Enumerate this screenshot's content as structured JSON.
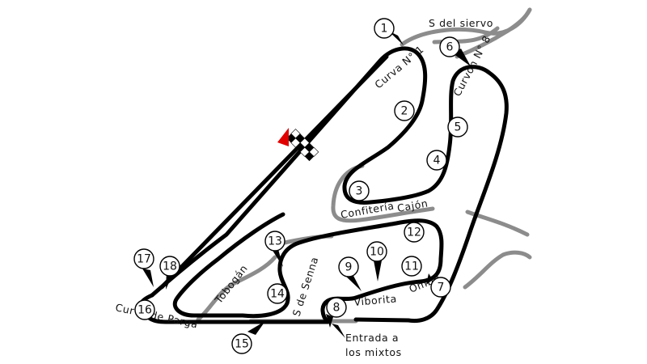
{
  "labels": {
    "s_del_siervo": "S del siervo",
    "curva_n1": "Curva N° 1",
    "curvon_n8": "Curvón N° 8",
    "confiteria": "Confitería",
    "cajon": "Cajón",
    "tobogan": "Tobogán",
    "s_de_senna": "S de Senna",
    "viborita": "Viborita",
    "ombu": "Ombú",
    "curva_de_parga": "Curva de Parga",
    "entrada_line1": "Entrada a",
    "entrada_line2": "los mixtos"
  },
  "turns": [
    "1",
    "2",
    "3",
    "4",
    "5",
    "6",
    "7",
    "8",
    "9",
    "10",
    "11",
    "12",
    "13",
    "14",
    "15",
    "16",
    "17",
    "18"
  ],
  "colors": {
    "track": "#000000",
    "alt_track": "#8c8c8c",
    "flag": "#e00000"
  }
}
